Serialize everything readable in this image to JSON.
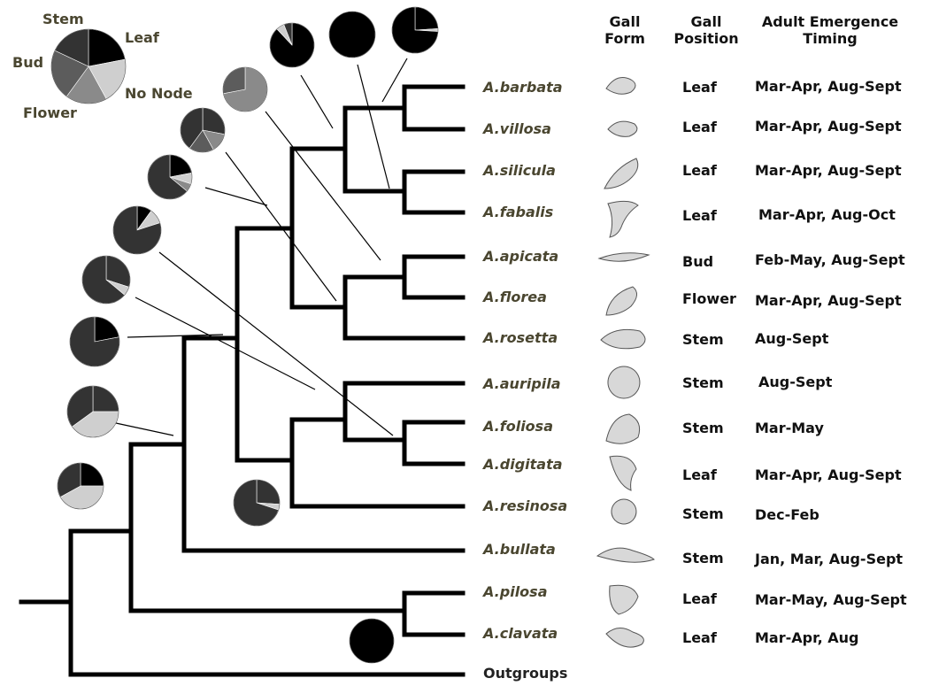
{
  "legend": {
    "labels": {
      "stem": "Stem",
      "leaf": "Leaf",
      "bud": "Bud",
      "flower": "Flower",
      "no_node": "No Node"
    },
    "colors": {
      "leaf": "#000000",
      "stem": "#333333",
      "bud": "#5c5c5c",
      "flower": "#8a8a8a",
      "no_node": "#cfcfcf"
    }
  },
  "headers": {
    "gall_form": [
      "Gall",
      "Form"
    ],
    "gall_position": [
      "Gall",
      "Position"
    ],
    "adult_emergence": [
      "Adult Emergence",
      "Timing"
    ]
  },
  "taxa": [
    {
      "name": "A.barbata",
      "position": "Leaf",
      "timing": "Mar-Apr, Aug-Sept"
    },
    {
      "name": "A.villosa",
      "position": "Leaf",
      "timing": "Mar-Apr, Aug-Sept"
    },
    {
      "name": "A.silicula",
      "position": "Leaf",
      "timing": "Mar-Apr, Aug-Sept"
    },
    {
      "name": "A.fabalis",
      "position": "Leaf",
      "timing": "Mar-Apr, Aug-Oct"
    },
    {
      "name": "A.apicata",
      "position": "Bud",
      "timing": "Feb-May, Aug-Sept"
    },
    {
      "name": "A.florea",
      "position": "Flower",
      "timing": "Mar-Apr, Aug-Sept"
    },
    {
      "name": "A.rosetta",
      "position": "Stem",
      "timing": "Aug-Sept"
    },
    {
      "name": "A.auripila",
      "position": "Stem",
      "timing": "Aug-Sept"
    },
    {
      "name": "A.foliosa",
      "position": "Stem",
      "timing": "Mar-May"
    },
    {
      "name": "A.digitata",
      "position": "Leaf",
      "timing": "Mar-Apr, Aug-Sept"
    },
    {
      "name": "A.resinosa",
      "position": "Stem",
      "timing": "Dec-Feb"
    },
    {
      "name": "A.bullata",
      "position": "Stem",
      "timing": "Jan, Mar, Aug-Sept"
    },
    {
      "name": "A.pilosa",
      "position": "Leaf",
      "timing": "Mar-May, Aug-Sept"
    },
    {
      "name": "A.clavata",
      "position": "Leaf",
      "timing": "Mar-Apr, Aug"
    }
  ],
  "outgroup": "Outgroups"
}
